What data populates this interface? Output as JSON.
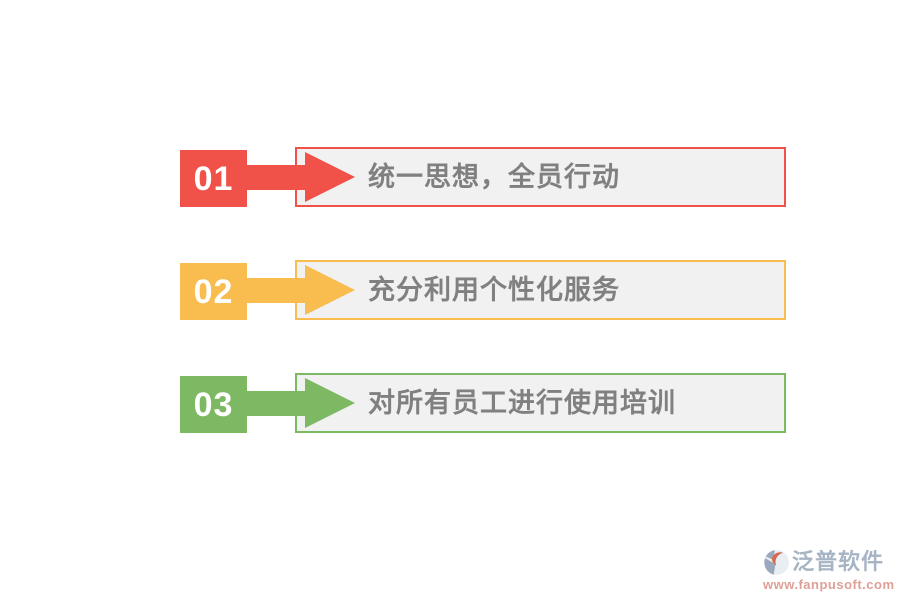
{
  "slide": {
    "background": "#FFFFFF",
    "box_background": "#F1F1F1",
    "label_text_color": "#808080",
    "number_text_color": "#FFFFFF"
  },
  "steps": [
    {
      "number": "01",
      "label": "统一思想，全员行动",
      "color": "#F0524A"
    },
    {
      "number": "02",
      "label": "充分利用个性化服务",
      "color": "#F8BC4F"
    },
    {
      "number": "03",
      "label": "对所有员工进行使用培训",
      "color": "#7DB863"
    }
  ],
  "logo": {
    "title": "泛普软件",
    "url": "www.fanpusoft.com",
    "title_color": "#A6B4C4",
    "url_color": "#DE9F96",
    "icon_gray": "#9AA9BD",
    "icon_orange": "#D7694F"
  }
}
